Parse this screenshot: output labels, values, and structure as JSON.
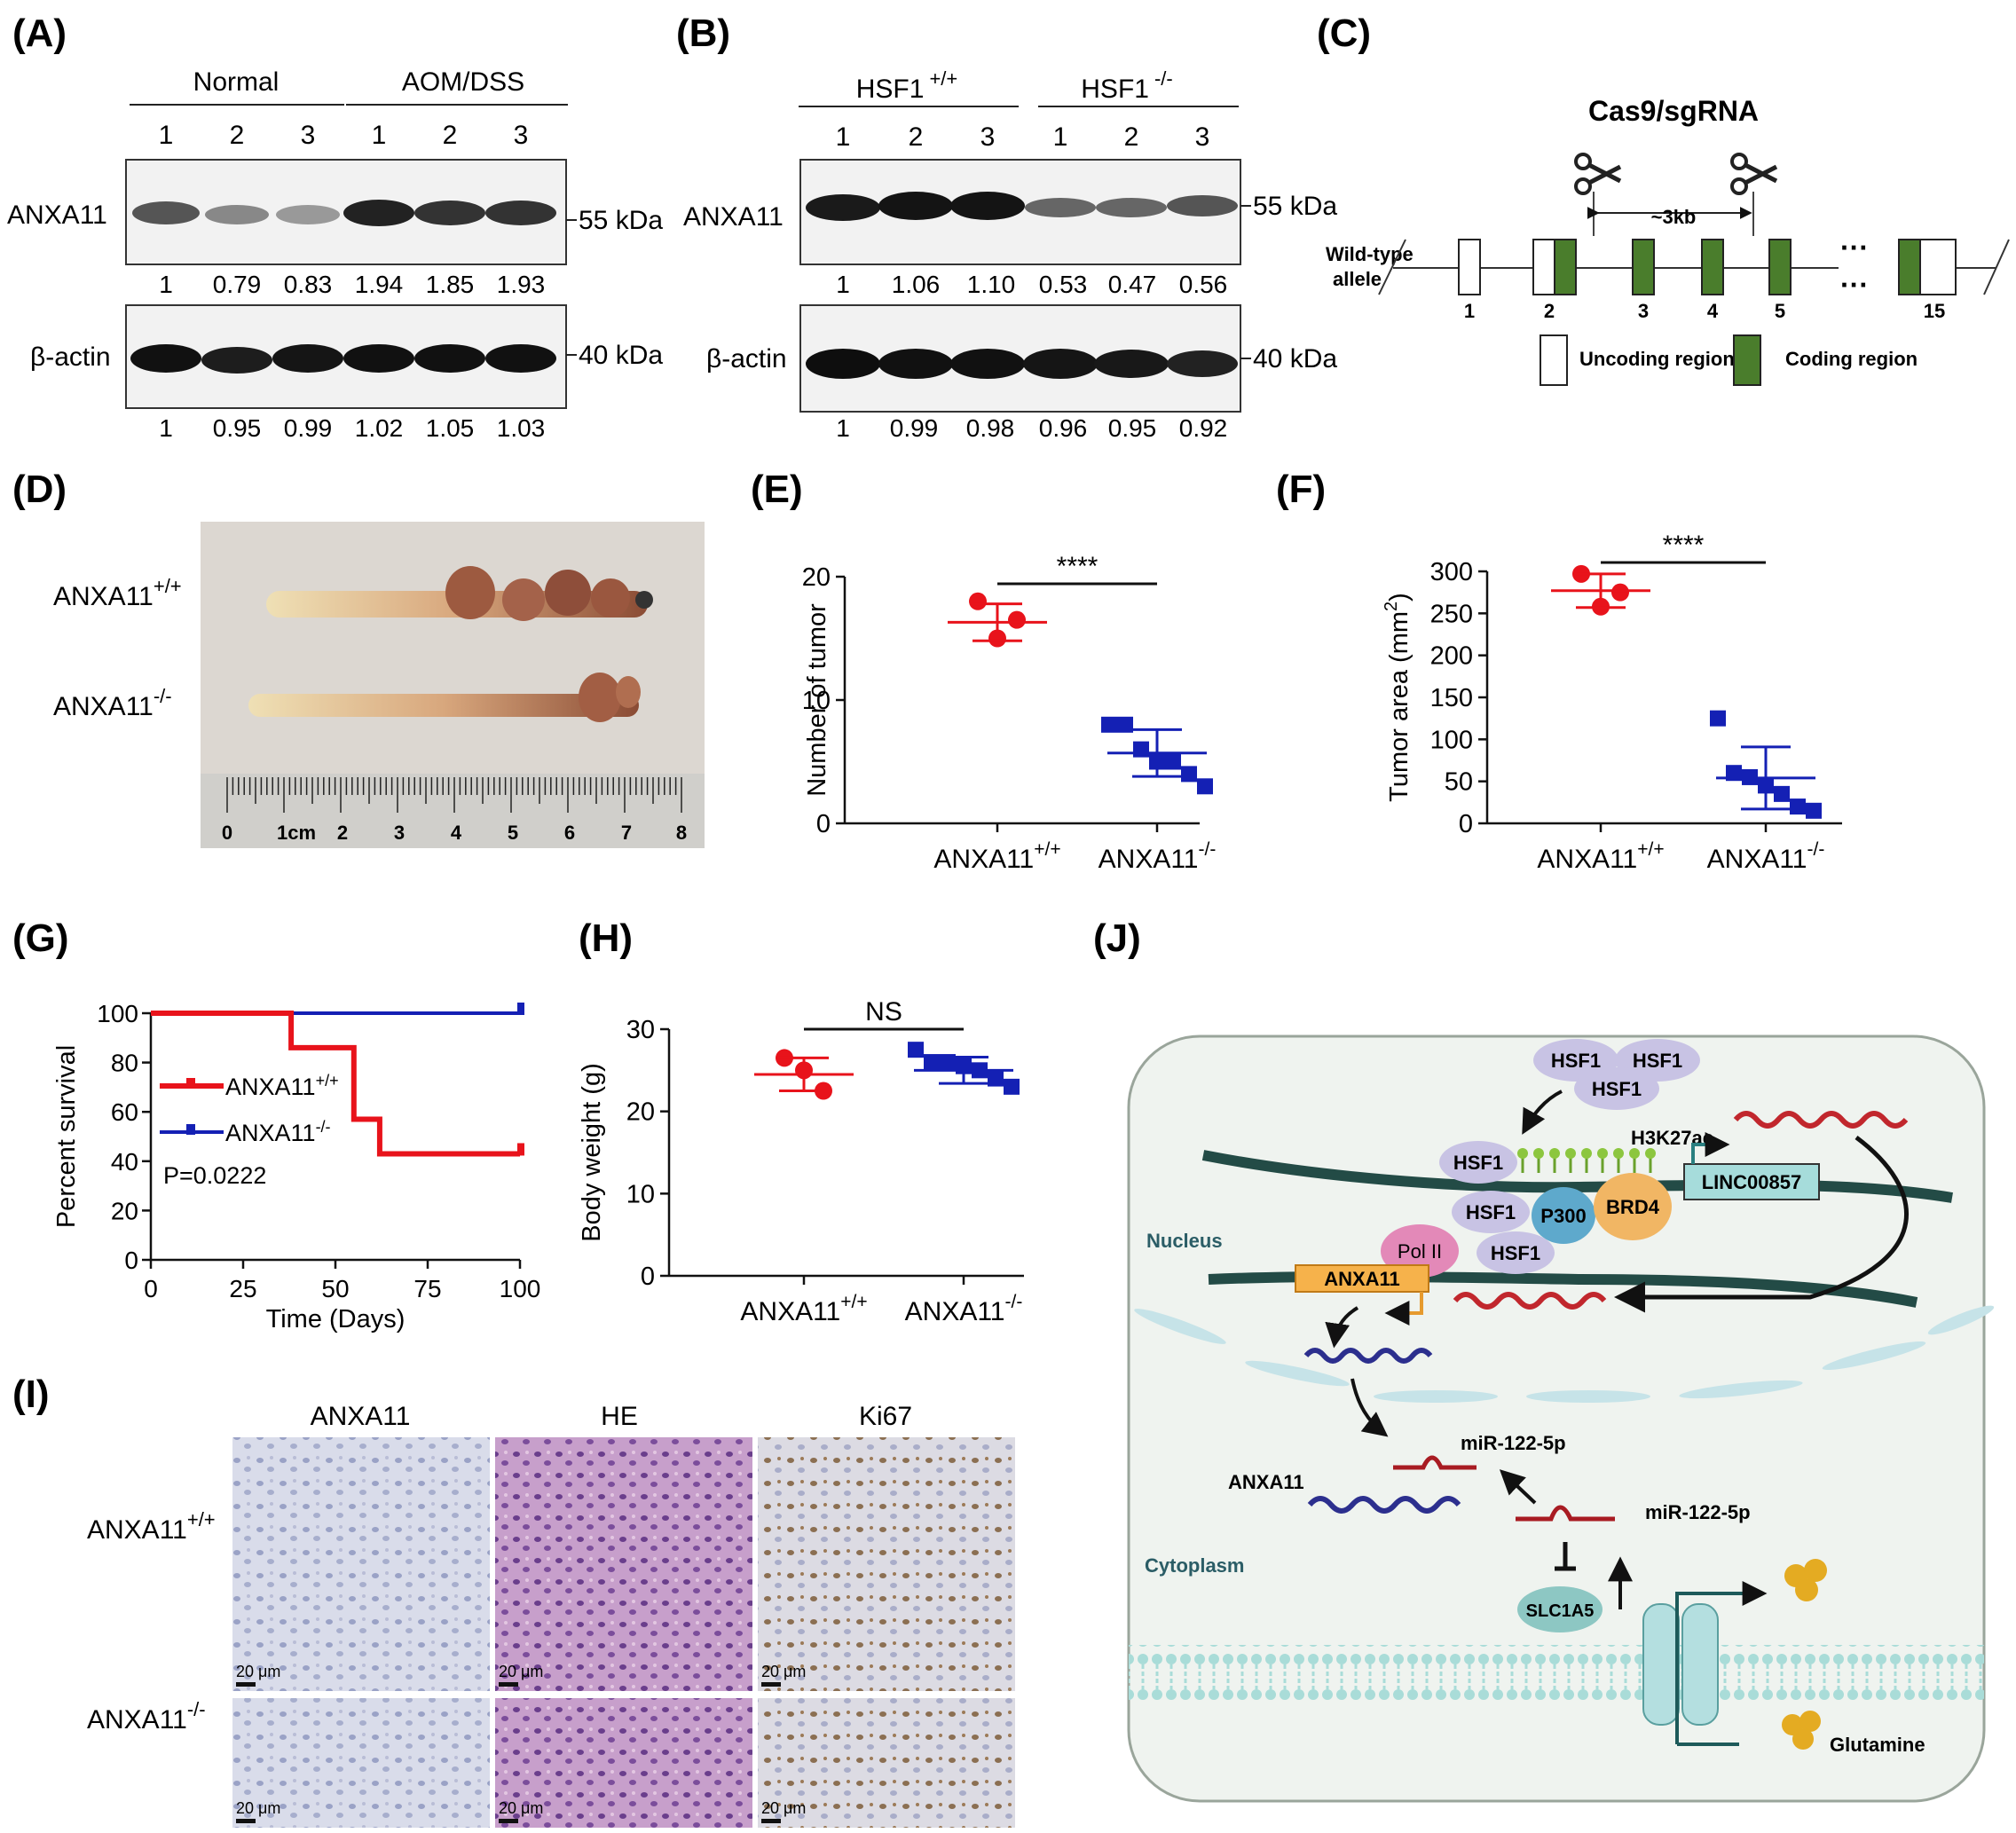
{
  "panel_labels": [
    "(A)",
    "(B)",
    "(C)",
    "(D)",
    "(E)",
    "(F)",
    "(G)",
    "(H)",
    "(I)",
    "(J)"
  ],
  "colors": {
    "red": "#e8131b",
    "blue": "#1420b4",
    "coding": "#4a7d2c",
    "membrane": "#9fd6d3"
  },
  "blot_a": {
    "group1": "Normal",
    "group2": "AOM/DSS",
    "lanes": [
      "1",
      "2",
      "3",
      "1",
      "2",
      "3"
    ],
    "protein1": "ANXA11",
    "marker1": "55 kDa",
    "values1": [
      "1",
      "0.79",
      "0.83",
      "1.94",
      "1.85",
      "1.93"
    ],
    "protein2": "β-actin",
    "marker2": "40 kDa",
    "values2": [
      "1",
      "0.95",
      "0.99",
      "1.02",
      "1.05",
      "1.03"
    ]
  },
  "blot_b": {
    "group1": "HSF1",
    "group1_sup": "+/+",
    "group2": "HSF1",
    "group2_sup": "-/-",
    "lanes": [
      "1",
      "2",
      "3",
      "1",
      "2",
      "3"
    ],
    "protein1": "ANXA11",
    "marker1": "55 kDa",
    "values1": [
      "1",
      "1.06",
      "1.10",
      "0.53",
      "0.47",
      "0.56"
    ],
    "protein2": "β-actin",
    "marker2": "40 kDa",
    "values2": [
      "1",
      "0.99",
      "0.98",
      "0.96",
      "0.95",
      "0.92"
    ]
  },
  "gene_c": {
    "title": "Cas9/sgRNA",
    "distance": "~3kb",
    "allele_line1": "Wild-type",
    "allele_line2": "allele",
    "exons": [
      "1",
      "2",
      "3",
      "4",
      "5",
      "15"
    ],
    "dots": "···",
    "legend_uncoding": "Uncoding region",
    "legend_coding": "Coding region"
  },
  "photo_d": {
    "label_top": "ANXA11",
    "label_top_sup": "+/+",
    "label_bottom": "ANXA11",
    "label_bottom_sup": "-/-",
    "ruler_labels": [
      "0",
      "1cm",
      "2",
      "3",
      "4",
      "5",
      "6",
      "7",
      "8"
    ]
  },
  "chart_data": [
    {
      "panel": "E",
      "type": "scatter",
      "ylabel": "Number of tumor",
      "ylim": [
        0,
        20
      ],
      "yticks": [
        "0",
        "10",
        "20"
      ],
      "categories": [
        {
          "name": "ANXA11",
          "sup": "+/+"
        },
        {
          "name": "ANXA11",
          "sup": "-/-"
        }
      ],
      "significance": "****",
      "series": [
        {
          "values": [
            18,
            15,
            16.5
          ],
          "mean": 16.3,
          "sd": 1.5
        },
        {
          "values": [
            8,
            8,
            6,
            5,
            5,
            4,
            3
          ],
          "mean": 5.7,
          "sd": 1.9
        }
      ]
    },
    {
      "panel": "F",
      "type": "scatter",
      "ylabel": "Tumor area (mm",
      "ylabel_sup": "2",
      "ylabel_end": ")",
      "ylim": [
        0,
        300
      ],
      "yticks": [
        "0",
        "50",
        "100",
        "150",
        "200",
        "250",
        "300"
      ],
      "categories": [
        {
          "name": "ANXA11",
          "sup": "+/+"
        },
        {
          "name": "ANXA11",
          "sup": "-/-"
        }
      ],
      "significance": "****",
      "series": [
        {
          "values": [
            297,
            258,
            275
          ],
          "mean": 277,
          "sd": 20
        },
        {
          "values": [
            125,
            60,
            55,
            45,
            35,
            20,
            15
          ],
          "mean": 54,
          "sd": 37
        }
      ]
    },
    {
      "panel": "G",
      "type": "line",
      "xlabel": "Time (Days)",
      "ylabel": "Percent survival",
      "xlim": [
        0,
        100
      ],
      "ylim": [
        0,
        100
      ],
      "xticks": [
        "0",
        "25",
        "50",
        "75",
        "100"
      ],
      "yticks": [
        "0",
        "20",
        "40",
        "60",
        "80",
        "100"
      ],
      "annotation": "P=0.0222",
      "series": [
        {
          "name": "ANXA11",
          "sup": "+/+",
          "x": [
            0,
            38,
            38,
            55,
            55,
            62,
            62,
            100
          ],
          "y": [
            100,
            100,
            86,
            86,
            57,
            57,
            43,
            43
          ]
        },
        {
          "name": "ANXA11",
          "sup": "-/-",
          "x": [
            0,
            100
          ],
          "y": [
            100,
            100
          ]
        }
      ]
    },
    {
      "panel": "H",
      "type": "scatter",
      "ylabel": "Body weight (g)",
      "ylim": [
        0,
        30
      ],
      "yticks": [
        "0",
        "10",
        "20",
        "30"
      ],
      "categories": [
        {
          "name": "ANXA11",
          "sup": "+/+"
        },
        {
          "name": "ANXA11",
          "sup": "-/-"
        }
      ],
      "significance": "NS",
      "series": [
        {
          "values": [
            26.5,
            25,
            22.5
          ],
          "mean": 24.5,
          "sd": 2
        },
        {
          "values": [
            27.5,
            26,
            26,
            25.5,
            25,
            24,
            23
          ],
          "mean": 25,
          "sd": 1.6
        }
      ]
    }
  ],
  "histology_i": {
    "columns": [
      "ANXA11",
      "HE",
      "Ki67"
    ],
    "row1": "ANXA11",
    "row1_sup": "+/+",
    "row2": "ANXA11",
    "row2_sup": "-/-",
    "scale": "20 μm"
  },
  "schematic_j": {
    "hsf1": "HSF1",
    "h3k27ac": "H3K27ac",
    "p300": "P300",
    "brd4": "BRD4",
    "linc": "LINC00857",
    "nucleus": "Nucleus",
    "pol": "Pol II",
    "anxa11_gene": "ANXA11",
    "mir1": "miR-122-5p",
    "mir2": "miR-122-5p",
    "anxa11_rna": "ANXA11",
    "cytoplasm": "Cytoplasm",
    "slc": "SLC1A5",
    "glutamine": "Glutamine"
  }
}
